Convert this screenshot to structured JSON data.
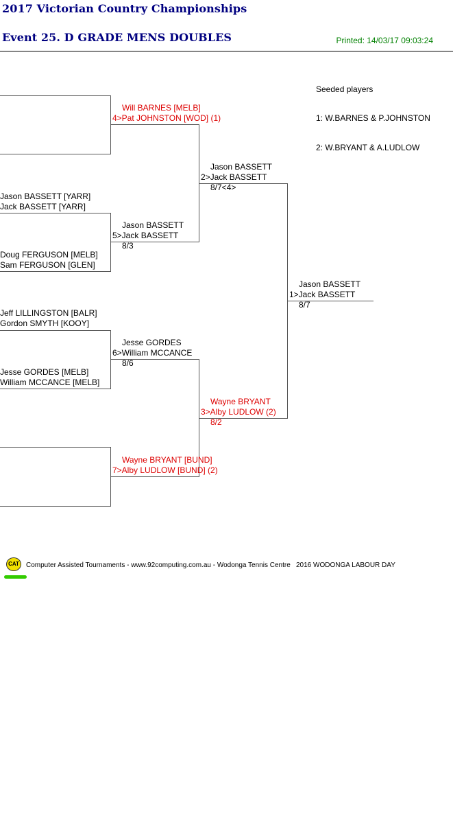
{
  "header": {
    "championship": "2017 Victorian Country Championships",
    "event": "Event 25. D GRADE MENS DOUBLES",
    "printed": "Printed: 14/03/17 09:03:24"
  },
  "seeded": {
    "heading": "Seeded players",
    "items": [
      "1: W.BARNES & P.JOHNSTON",
      "2: W.BRYANT & A.LUDLOW"
    ]
  },
  "round1": [
    {
      "p1": "",
      "p2": ""
    },
    {
      "p1": "Jason BASSETT [YARR]",
      "p2": "Jack BASSETT [YARR]"
    },
    {
      "p1": "Doug FERGUSON [MELB]",
      "p2": "Sam FERGUSON [GLEN]"
    },
    {
      "p1": "Jeff LILLINGSTON [BALR]",
      "p2": "Gordon SMYTH [KOOY]"
    },
    {
      "p1": "Jesse GORDES [MELB]",
      "p2": "William MCCANCE [MELB]"
    },
    {
      "p1": "",
      "p2": ""
    }
  ],
  "round2": [
    {
      "line1": "Will BARNES [MELB]",
      "line2": "4>Pat JOHNSTON [WOD] (1)",
      "score": ""
    },
    {
      "line1": "Jason BASSETT",
      "line2": "5>Jack BASSETT",
      "score": "8/3"
    },
    {
      "line1": "Jesse GORDES",
      "line2": "6>William MCCANCE",
      "score": "8/6"
    },
    {
      "line1": "Wayne BRYANT [BUND]",
      "line2": "7>Alby LUDLOW [BUND] (2)",
      "score": ""
    }
  ],
  "round3": [
    {
      "line1": "Jason BASSETT",
      "line2": "2>Jack BASSETT",
      "score": "8/7<4>"
    },
    {
      "line1": "Wayne BRYANT",
      "line2": "3>Alby LUDLOW (2)",
      "score": "8/2"
    }
  ],
  "final": {
    "line1": "Jason BASSETT",
    "line2": "1>Jack BASSETT",
    "score": "8/7"
  },
  "footer": {
    "logo_text": "CAT",
    "credit": "Computer Assisted Tournaments - www.92computing.com.au -  Wodonga Tennis Centre",
    "tournament": "2016 WODONGA LABOUR DAY"
  },
  "colors": {
    "title": "#000080",
    "printed": "#008000",
    "seed": "#dd0000"
  }
}
